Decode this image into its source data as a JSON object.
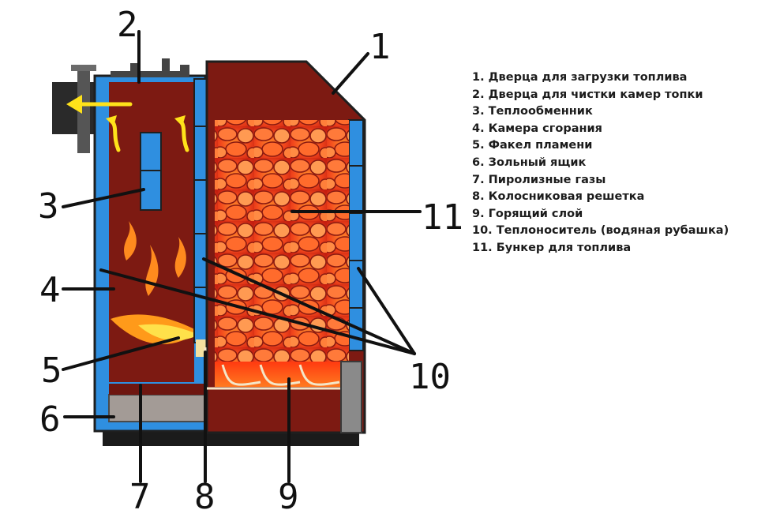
{
  "callouts": [
    "1",
    "2",
    "3",
    "4",
    "5",
    "6",
    "7",
    "8",
    "9",
    "10",
    "11"
  ],
  "legend": [
    "1. Дверца для загрузки топлива",
    "2. Дверца для чистки камер топки",
    "3. Теплообменник",
    "4. Камера сгорания",
    "5. Факел пламени",
    "6. Зольный ящик",
    "7. Пиролизные газы",
    "8. Колосниковая решетка",
    "9. Горящий слой",
    "10. Теплоноситель (водяная рубашка)",
    "11. Бункер для топлива"
  ],
  "colors": {
    "body": "#7d1a12",
    "water_jacket": "#2f8fe0",
    "fire": "#ff4a1a",
    "ash": "#a39b96",
    "arrow": "#ffe21a",
    "steel": "#3a3a3a"
  }
}
